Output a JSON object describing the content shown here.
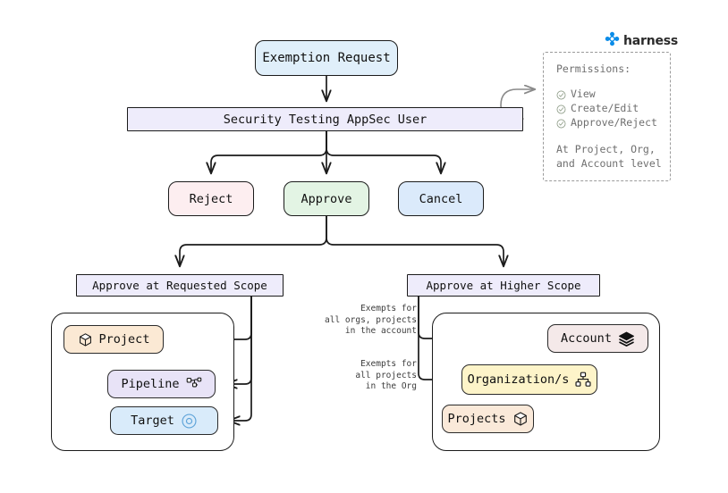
{
  "brand": {
    "name": "harness",
    "logo_icon": "harness-clover-icon",
    "color": "#0b8ce8"
  },
  "flow": {
    "start": {
      "label": "Exemption Request",
      "color": "#e0effa"
    },
    "actor": {
      "label": "Security Testing AppSec User",
      "color": "#eeecfb"
    },
    "decisions": [
      {
        "id": "reject",
        "label": "Reject",
        "color": "#fdeef0"
      },
      {
        "id": "approve",
        "label": "Approve",
        "color": "#e3f4e4"
      },
      {
        "id": "cancel",
        "label": "Cancel",
        "color": "#dbeafb"
      }
    ],
    "scopes": [
      {
        "id": "requested",
        "label": "Approve at Requested Scope",
        "color": "#eeecfb"
      },
      {
        "id": "higher",
        "label": "Approve at Higher Scope",
        "color": "#eeecfb"
      }
    ]
  },
  "permissions": {
    "title": "Permissions:",
    "items": [
      {
        "label": "View",
        "icon": "check-circle-icon"
      },
      {
        "label": "Create/Edit",
        "icon": "check-circle-icon"
      },
      {
        "label": "Approve/Reject",
        "icon": "check-circle-icon"
      }
    ],
    "scope_note_line1": "At Project, Org,",
    "scope_note_line2": "and Account level",
    "border_color": "#9b9b9b",
    "text_color": "#6f6f6f"
  },
  "requested_scope_group": {
    "entities": [
      {
        "id": "project",
        "label": "Project",
        "icon": "cube-icon",
        "icon_side": "left",
        "color": "#fbe9d4"
      },
      {
        "id": "pipeline",
        "label": "Pipeline",
        "icon": "nodes-icon",
        "icon_side": "right",
        "color": "#e8e3f7"
      },
      {
        "id": "target",
        "label": "Target",
        "icon": "target-icon",
        "icon_side": "right",
        "color": "#d9ebfa"
      }
    ]
  },
  "higher_scope_group": {
    "entities": [
      {
        "id": "account",
        "label": "Account",
        "icon": "layers-icon",
        "icon_side": "right",
        "color": "#f4e9e9"
      },
      {
        "id": "organization",
        "label": "Organization/s",
        "icon": "org-chart-icon",
        "icon_side": "right",
        "color": "#fdf4c9"
      },
      {
        "id": "projects",
        "label": "Projects",
        "icon": "cube-icon",
        "icon_side": "right",
        "color": "#fae9d9"
      }
    ],
    "notes": [
      {
        "id": "account-note",
        "line1": "Exempts for",
        "line2": "all orgs, projects",
        "line3": "in the account"
      },
      {
        "id": "org-note",
        "line1": "Exempts for",
        "line2": "all projects",
        "line3": "in the Org"
      }
    ]
  }
}
